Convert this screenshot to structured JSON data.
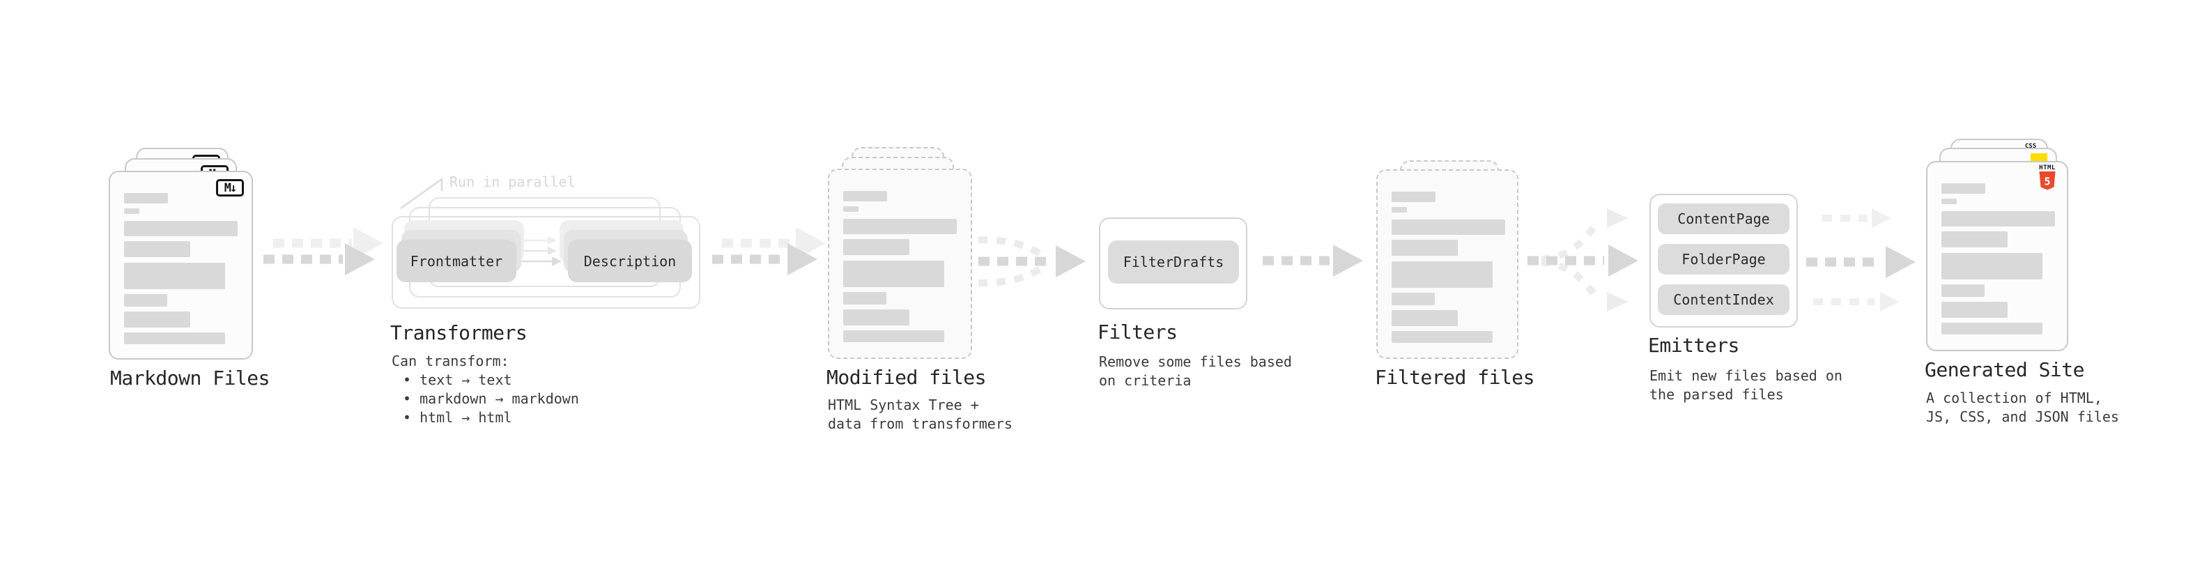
{
  "stages": {
    "markdown": {
      "label": "Markdown Files",
      "file_type_badge": "M↓"
    },
    "transformers": {
      "label": "Transformers",
      "annotation": "Run in parallel",
      "pill_left": "Frontmatter",
      "pill_right": "Description",
      "desc_lines": [
        "Can transform:",
        "• text → text",
        "• markdown → markdown",
        "• html → html"
      ]
    },
    "modified": {
      "label": "Modified files",
      "desc_lines": [
        "HTML Syntax Tree +",
        "data from transformers"
      ]
    },
    "filters": {
      "label": "Filters",
      "pill": "FilterDrafts",
      "desc_lines": [
        "Remove some files based",
        "on criteria"
      ]
    },
    "filtered": {
      "label": "Filtered files"
    },
    "emitters": {
      "label": "Emitters",
      "pills": [
        "ContentPage",
        "FolderPage",
        "ContentIndex"
      ],
      "desc_lines": [
        "Emit new files based on",
        "the parsed files"
      ]
    },
    "generated": {
      "label": "Generated Site",
      "desc_lines": [
        "A collection of HTML,",
        "JS, CSS, and JSON files"
      ],
      "css_badge": "CSS",
      "html_badge": "HTML",
      "html_badge_number": "5"
    }
  },
  "doc_line_pattern": [
    [
      30,
      63,
      15
    ],
    [
      52,
      22,
      8
    ],
    [
      70,
      163,
      22
    ],
    [
      99,
      95,
      23
    ],
    [
      130,
      145,
      38
    ],
    [
      175,
      62,
      18
    ],
    [
      200,
      95,
      23
    ],
    [
      230,
      145,
      17
    ]
  ],
  "colors": {
    "html5-orange": "#e8492f",
    "js-yellow": "#ffdd00",
    "css-blue": "#2e6de8",
    "arrow-dark": "#d7d7d7",
    "arrow-light": "#efefef",
    "placeholder-gray": "#d9d9d9"
  }
}
